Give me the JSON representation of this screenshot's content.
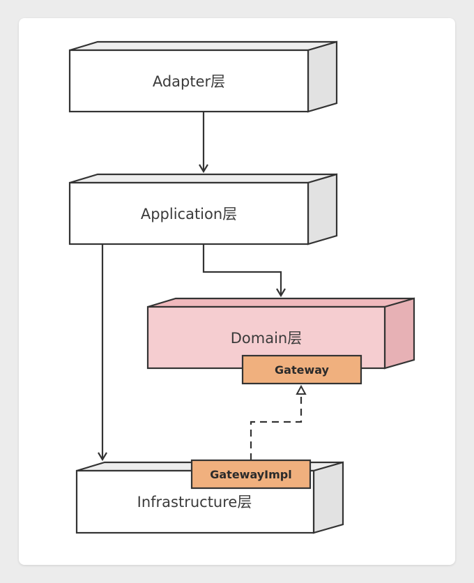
{
  "layers": {
    "adapter": "Adapter层",
    "application": "Application层",
    "domain": "Domain层",
    "infrastructure": "Infrastructure层"
  },
  "interfaces": {
    "gateway": "Gateway",
    "gateway_impl": "GatewayImpl"
  },
  "colors": {
    "box_front": "#ffffff",
    "box_top": "#eeeeee",
    "box_side": "#e2e2e2",
    "domain_front": "#f5cdd0",
    "domain_top": "#f0b9bd",
    "domain_side": "#e7b1b5",
    "interface_fill": "#f0b07e",
    "stroke": "#333333"
  }
}
